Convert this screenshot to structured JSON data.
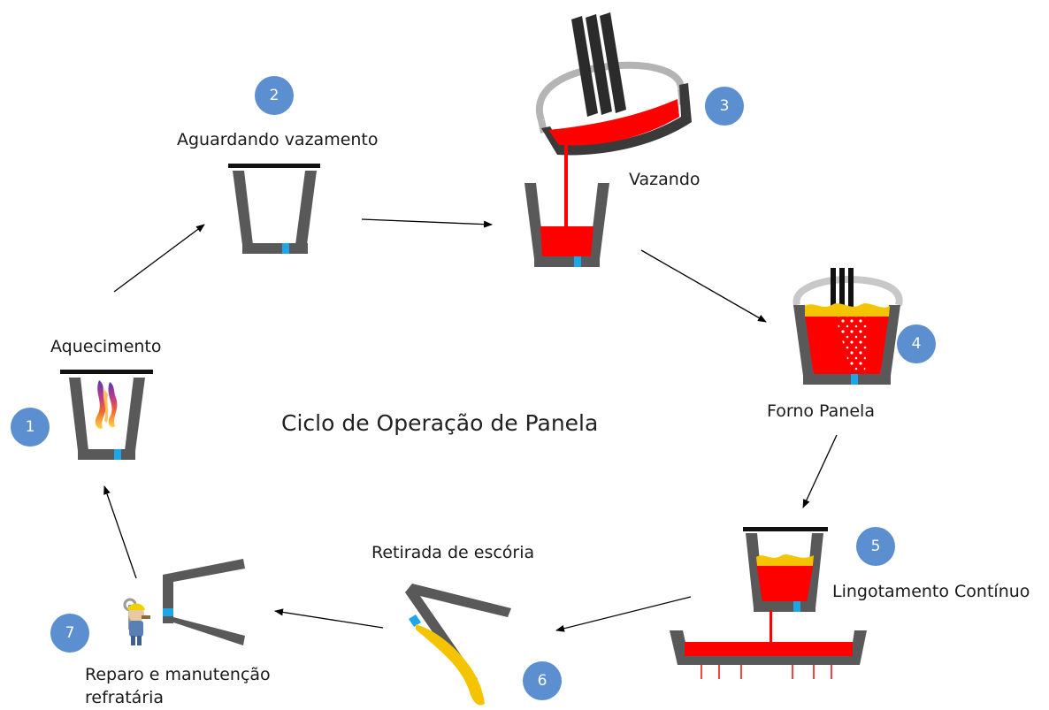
{
  "title": "Ciclo de Operação de Panela",
  "colors": {
    "wall": "#595959",
    "lid": "#111111",
    "steel": "#ff0000",
    "slag": "#f5c400",
    "nozzle": "#1ea7e8",
    "badge": "#5b8fd0",
    "frame": "#b4b4b4",
    "electrode": "#2b2b2b"
  },
  "steps": [
    {
      "number": "1",
      "label": "Aquecimento"
    },
    {
      "number": "2",
      "label": "Aguardando vazamento"
    },
    {
      "number": "3",
      "label": "Vazando"
    },
    {
      "number": "4",
      "label": "Forno Panela"
    },
    {
      "number": "5",
      "label": "Lingotamento Contínuo"
    },
    {
      "number": "6",
      "label": "Retirada de escória"
    },
    {
      "number": "7",
      "label": "Reparo e manutenção",
      "label_line2": "refratária"
    }
  ]
}
